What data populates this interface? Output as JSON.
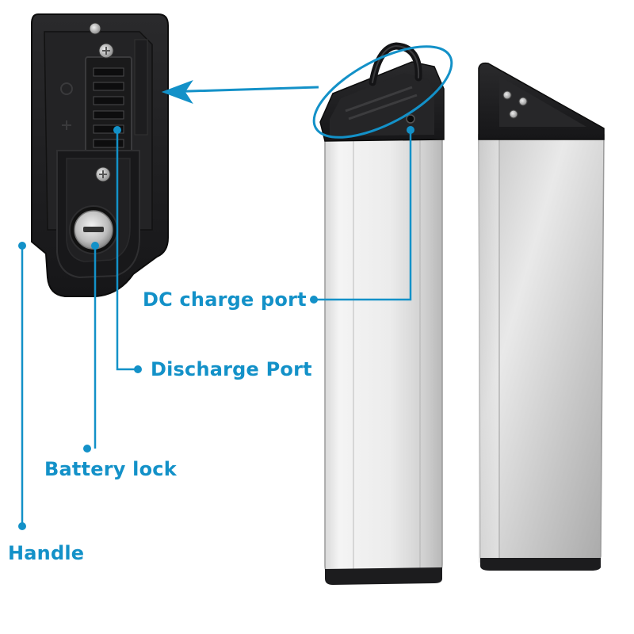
{
  "labels": {
    "dc_charge_port": "DC charge port",
    "discharge_port": "Discharge Port",
    "battery_lock": "Battery lock",
    "handle": "Handle"
  },
  "colors": {
    "accent": "#1391c8",
    "casing_dark": "#1e1e20",
    "aluminum_light": "#eeeeee",
    "aluminum_mid": "#c9c9c9"
  }
}
